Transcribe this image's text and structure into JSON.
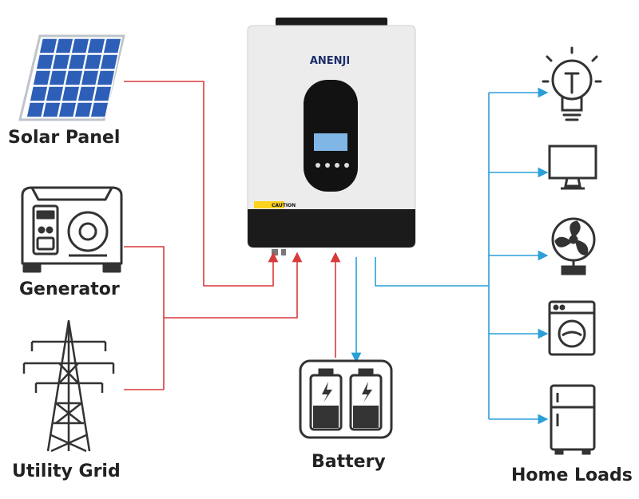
{
  "labels": {
    "solar_panel": "Solar Panel",
    "generator": "Generator",
    "utility_grid": "Utility Grid",
    "battery": "Battery",
    "home_loads": "Home Loads"
  },
  "inverter": {
    "brand": "ANENJI",
    "caution_text": "CAUTION"
  },
  "colors": {
    "input_line": "#d83a3a",
    "output_line": "#2a9fd8",
    "icon_stroke": "#333333",
    "solar_cell": "#2d5fb8",
    "inverter_body": "#ececec",
    "inverter_base": "#1b1b1b"
  }
}
